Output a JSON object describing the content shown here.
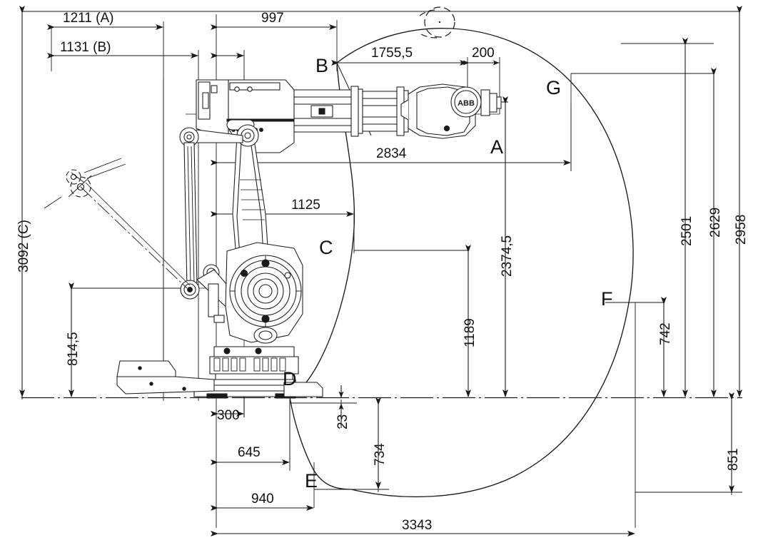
{
  "drawing": {
    "title": "Industrial robot working range dimensions",
    "units": "mm",
    "brand_mark": "ABB",
    "line_color": "#1a1a1a",
    "background": "#ffffff"
  },
  "dimensions": {
    "horizontal": [
      {
        "id": "d1211a",
        "label": "1211 (A)",
        "value": 1211,
        "note": "A"
      },
      {
        "id": "d1131b",
        "label": "1131 (B)",
        "value": 1131,
        "note": "B"
      },
      {
        "id": "d997",
        "label": "997",
        "value": 997
      },
      {
        "id": "d1755",
        "label": "1755,5",
        "value": 1755.5
      },
      {
        "id": "d200",
        "label": "200",
        "value": 200
      },
      {
        "id": "d2834",
        "label": "2834",
        "value": 2834
      },
      {
        "id": "d1125",
        "label": "1125",
        "value": 1125
      },
      {
        "id": "d300",
        "label": "300",
        "value": 300
      },
      {
        "id": "d645",
        "label": "645",
        "value": 645
      },
      {
        "id": "d940",
        "label": "940",
        "value": 940
      },
      {
        "id": "d3343",
        "label": "3343",
        "value": 3343
      }
    ],
    "vertical": [
      {
        "id": "d3092c",
        "label": "3092 (C)",
        "value": 3092,
        "note": "C"
      },
      {
        "id": "d814",
        "label": "814,5",
        "value": 814.5
      },
      {
        "id": "d2374",
        "label": "2374,5",
        "value": 2374.5
      },
      {
        "id": "d1189",
        "label": "1189",
        "value": 1189
      },
      {
        "id": "d2501",
        "label": "2501",
        "value": 2501
      },
      {
        "id": "d2629",
        "label": "2629",
        "value": 2629
      },
      {
        "id": "d2958",
        "label": "2958",
        "value": 2958
      },
      {
        "id": "d742",
        "label": "742",
        "value": 742
      },
      {
        "id": "d851",
        "label": "851",
        "value": 851
      },
      {
        "id": "d23",
        "label": "23",
        "value": 23
      },
      {
        "id": "d734",
        "label": "734",
        "value": 734
      }
    ]
  },
  "callouts": [
    {
      "id": "pt_a",
      "label": "A"
    },
    {
      "id": "pt_b",
      "label": "B"
    },
    {
      "id": "pt_c",
      "label": "C"
    },
    {
      "id": "pt_d",
      "label": "D"
    },
    {
      "id": "pt_e",
      "label": "E"
    },
    {
      "id": "pt_f",
      "label": "F"
    },
    {
      "id": "pt_g",
      "label": "G"
    }
  ]
}
